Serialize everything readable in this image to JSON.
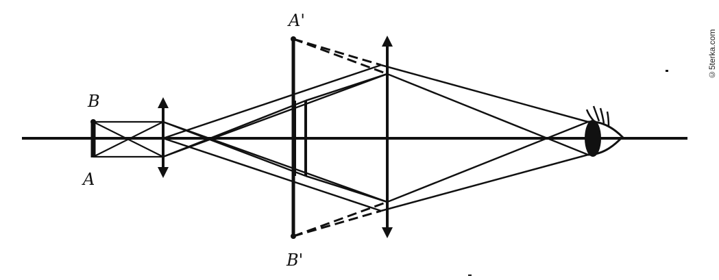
{
  "labels": {
    "object_top": "B",
    "object_bottom": "A",
    "image_top": "A'",
    "image_bottom": "B'"
  },
  "watermark": "©5terka.com",
  "colors": {
    "ink": "#111111",
    "background": "#ffffff"
  }
}
